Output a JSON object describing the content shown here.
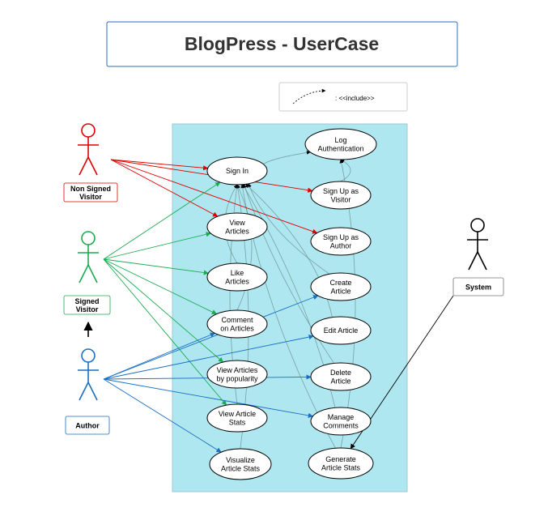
{
  "title": "BlogPress - UserCase",
  "legend": {
    "include_label": ": <<include>>"
  },
  "actors": [
    {
      "id": "non-signed-visitor",
      "lines": [
        "Non Signed",
        "Visitor"
      ],
      "color": "#e00000"
    },
    {
      "id": "signed-visitor",
      "lines": [
        "Signed",
        "Visitor"
      ],
      "color": "#1aab50"
    },
    {
      "id": "author",
      "lines": [
        "Author"
      ],
      "color": "#1a6fc4"
    },
    {
      "id": "system",
      "lines": [
        "System"
      ],
      "color": "#000000"
    }
  ],
  "use_cases": [
    {
      "id": "sign-in",
      "lines": [
        "Sign In"
      ]
    },
    {
      "id": "view-articles",
      "lines": [
        "View",
        "Articles"
      ]
    },
    {
      "id": "like-articles",
      "lines": [
        "Like",
        "Articles"
      ]
    },
    {
      "id": "comment-on-articles",
      "lines": [
        "Comment",
        "on Articles"
      ]
    },
    {
      "id": "view-articles-by-popularity",
      "lines": [
        "View Articles",
        "by popularity"
      ]
    },
    {
      "id": "view-article-stats",
      "lines": [
        "View Article",
        "Stats"
      ]
    },
    {
      "id": "visualize-article-stats",
      "lines": [
        "Visualize",
        "Article Stats"
      ]
    },
    {
      "id": "log-authentication",
      "lines": [
        "Log",
        "Authentication"
      ]
    },
    {
      "id": "sign-up-as-visitor",
      "lines": [
        "Sign Up as",
        "Visitor"
      ]
    },
    {
      "id": "sign-up-as-author",
      "lines": [
        "Sign Up as",
        "Author"
      ]
    },
    {
      "id": "create-article",
      "lines": [
        "Create",
        "Article"
      ]
    },
    {
      "id": "edit-article",
      "lines": [
        "Edit Article"
      ]
    },
    {
      "id": "delete-article",
      "lines": [
        "Delete",
        "Article"
      ]
    },
    {
      "id": "manage-comments",
      "lines": [
        "Manage",
        "Comments"
      ]
    },
    {
      "id": "generate-article-stats",
      "lines": [
        "Generate",
        "Article Stats"
      ]
    }
  ],
  "associations": [
    {
      "from": "non-signed-visitor",
      "to": "sign-in"
    },
    {
      "from": "non-signed-visitor",
      "to": "view-articles"
    },
    {
      "from": "non-signed-visitor",
      "to": "sign-up-as-visitor"
    },
    {
      "from": "non-signed-visitor",
      "to": "sign-up-as-author"
    },
    {
      "from": "signed-visitor",
      "to": "sign-in"
    },
    {
      "from": "signed-visitor",
      "to": "view-articles"
    },
    {
      "from": "signed-visitor",
      "to": "like-articles"
    },
    {
      "from": "signed-visitor",
      "to": "comment-on-articles"
    },
    {
      "from": "signed-visitor",
      "to": "view-articles-by-popularity"
    },
    {
      "from": "signed-visitor",
      "to": "view-article-stats"
    },
    {
      "from": "author",
      "to": "create-article"
    },
    {
      "from": "author",
      "to": "edit-article"
    },
    {
      "from": "author",
      "to": "delete-article"
    },
    {
      "from": "author",
      "to": "manage-comments"
    },
    {
      "from": "author",
      "to": "comment-on-articles"
    },
    {
      "from": "author",
      "to": "visualize-article-stats"
    },
    {
      "from": "system",
      "to": "generate-article-stats"
    }
  ],
  "generalizations": [
    {
      "from": "author",
      "to": "signed-visitor"
    }
  ],
  "includes": [
    {
      "from": "sign-in",
      "to": "log-authentication"
    },
    {
      "from": "sign-up-as-visitor",
      "to": "log-authentication"
    },
    {
      "from": "like-articles",
      "to": "sign-in"
    },
    {
      "from": "comment-on-articles",
      "to": "sign-in"
    },
    {
      "from": "view-article-stats",
      "to": "sign-in"
    },
    {
      "from": "visualize-article-stats",
      "to": "sign-in"
    },
    {
      "from": "create-article",
      "to": "sign-in"
    },
    {
      "from": "edit-article",
      "to": "sign-in"
    },
    {
      "from": "delete-article",
      "to": "sign-in"
    },
    {
      "from": "manage-comments",
      "to": "sign-in"
    },
    {
      "from": "generate-article-stats",
      "to": "sign-in"
    },
    {
      "from": "generate-article-stats",
      "to": "log-authentication"
    }
  ]
}
